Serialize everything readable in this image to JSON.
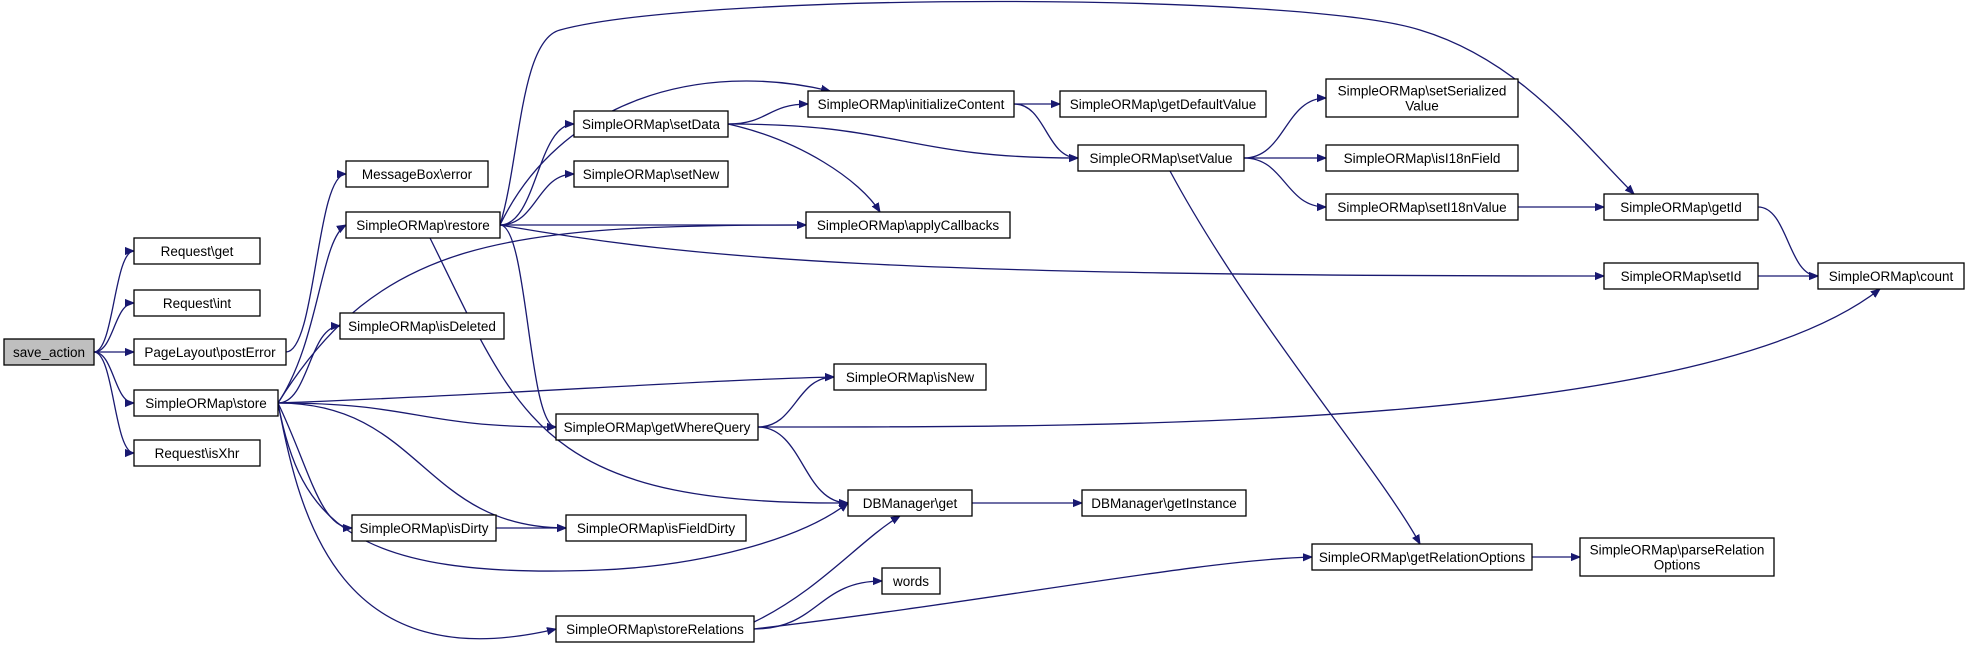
{
  "diagram": {
    "colors": {
      "edge": "#191970",
      "node_border": "#000000",
      "node_fill": "#ffffff",
      "root_fill": "#bfbfbf"
    },
    "nodes": {
      "save_action": "save_action",
      "req_get": "Request\\get",
      "req_int": "Request\\int",
      "postError": "PageLayout\\postError",
      "store": "SimpleORMap\\store",
      "isXhr": "Request\\isXhr",
      "msgError": "MessageBox\\error",
      "restore": "SimpleORMap\\restore",
      "isDeleted": "SimpleORMap\\isDeleted",
      "isDirty": "SimpleORMap\\isDirty",
      "storeRelations": "SimpleORMap\\storeRelations",
      "setData": "SimpleORMap\\setData",
      "setNew": "SimpleORMap\\setNew",
      "getWhereQuery": "SimpleORMap\\getWhereQuery",
      "isFieldDirty": "SimpleORMap\\isFieldDirty",
      "initializeContent": "SimpleORMap\\initializeContent",
      "applyCallbacks": "SimpleORMap\\applyCallbacks",
      "isNew": "SimpleORMap\\isNew",
      "dbGet": "DBManager\\get",
      "words": "words",
      "getDefaultValue": "SimpleORMap\\getDefaultValue",
      "setValue": "SimpleORMap\\setValue",
      "getInstance": "DBManager\\getInstance",
      "setSerialized": [
        "SimpleORMap\\setSerialized",
        "Value"
      ],
      "isI18nField": "SimpleORMap\\isI18nField",
      "setI18nValue": "SimpleORMap\\setI18nValue",
      "getRelationOptions": "SimpleORMap\\getRelationOptions",
      "parseRelation": [
        "SimpleORMap\\parseRelation",
        "Options"
      ],
      "getId": "SimpleORMap\\getId",
      "setId": "SimpleORMap\\setId",
      "count": "SimpleORMap\\count"
    },
    "edges": [
      [
        "save_action",
        "req_get"
      ],
      [
        "save_action",
        "req_int"
      ],
      [
        "save_action",
        "postError"
      ],
      [
        "save_action",
        "store"
      ],
      [
        "save_action",
        "isXhr"
      ],
      [
        "postError",
        "msgError"
      ],
      [
        "store",
        "restore"
      ],
      [
        "store",
        "isDeleted"
      ],
      [
        "store",
        "applyCallbacks"
      ],
      [
        "store",
        "isNew"
      ],
      [
        "store",
        "getWhereQuery"
      ],
      [
        "store",
        "isDirty"
      ],
      [
        "store",
        "isFieldDirty"
      ],
      [
        "store",
        "dbGet"
      ],
      [
        "store",
        "storeRelations"
      ],
      [
        "restore",
        "getId"
      ],
      [
        "restore",
        "initializeContent"
      ],
      [
        "restore",
        "setData"
      ],
      [
        "restore",
        "setNew"
      ],
      [
        "restore",
        "applyCallbacks"
      ],
      [
        "restore",
        "setId"
      ],
      [
        "restore",
        "getWhereQuery"
      ],
      [
        "restore",
        "dbGet"
      ],
      [
        "setData",
        "initializeContent"
      ],
      [
        "setData",
        "setValue"
      ],
      [
        "setData",
        "applyCallbacks"
      ],
      [
        "initializeContent",
        "getDefaultValue"
      ],
      [
        "initializeContent",
        "setValue"
      ],
      [
        "setValue",
        "setSerialized"
      ],
      [
        "setValue",
        "isI18nField"
      ],
      [
        "setValue",
        "setI18nValue"
      ],
      [
        "setValue",
        "getRelationOptions"
      ],
      [
        "setI18nValue",
        "getId"
      ],
      [
        "getId",
        "count"
      ],
      [
        "setId",
        "count"
      ],
      [
        "getWhereQuery",
        "isNew"
      ],
      [
        "getWhereQuery",
        "count"
      ],
      [
        "getWhereQuery",
        "dbGet"
      ],
      [
        "isDirty",
        "isFieldDirty"
      ],
      [
        "dbGet",
        "getInstance"
      ],
      [
        "storeRelations",
        "dbGet"
      ],
      [
        "storeRelations",
        "words"
      ],
      [
        "storeRelations",
        "getRelationOptions"
      ],
      [
        "getRelationOptions",
        "parseRelation"
      ]
    ]
  }
}
